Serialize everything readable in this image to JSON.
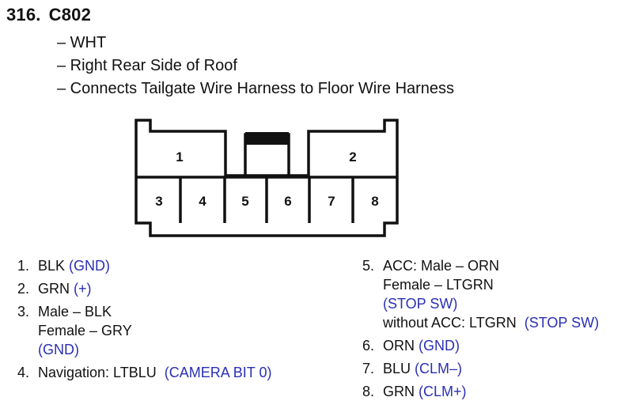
{
  "header": {
    "number": "316.",
    "connector_id": "C802"
  },
  "details": [
    "– WHT",
    "– Right Rear Side of Roof",
    "– Connects Tailgate Wire Harness to Floor Wire Harness"
  ],
  "connector": {
    "cavity_labels": [
      "1",
      "2",
      "3",
      "4",
      "5",
      "6",
      "7",
      "8"
    ]
  },
  "pins": {
    "p1": {
      "num": "1.",
      "text": "BLK",
      "func": "(GND)"
    },
    "p2": {
      "num": "2.",
      "text": "GRN",
      "func": "(+)"
    },
    "p3": {
      "num": "3.",
      "line1": "Male – BLK",
      "line2": "Female – GRY",
      "func": "(GND)"
    },
    "p4": {
      "num": "4.",
      "text": "Navigation: LTBLU",
      "func": "(CAMERA BIT 0)"
    },
    "p5": {
      "num": "5.",
      "line1": "ACC: Male – ORN",
      "line2": "Female – LTGRN",
      "func": "(STOP SW)",
      "line3": "without ACC: LTGRN",
      "func2": "(STOP SW)"
    },
    "p6": {
      "num": "6.",
      "text": "ORN",
      "func": "(GND)"
    },
    "p7": {
      "num": "7.",
      "text": "BLU",
      "func": "(CLM–)"
    },
    "p8": {
      "num": "8.",
      "text": "GRN",
      "func": "(CLM+)"
    }
  },
  "colors": {
    "function_text": "#2a2fb5",
    "line": "#111111"
  }
}
